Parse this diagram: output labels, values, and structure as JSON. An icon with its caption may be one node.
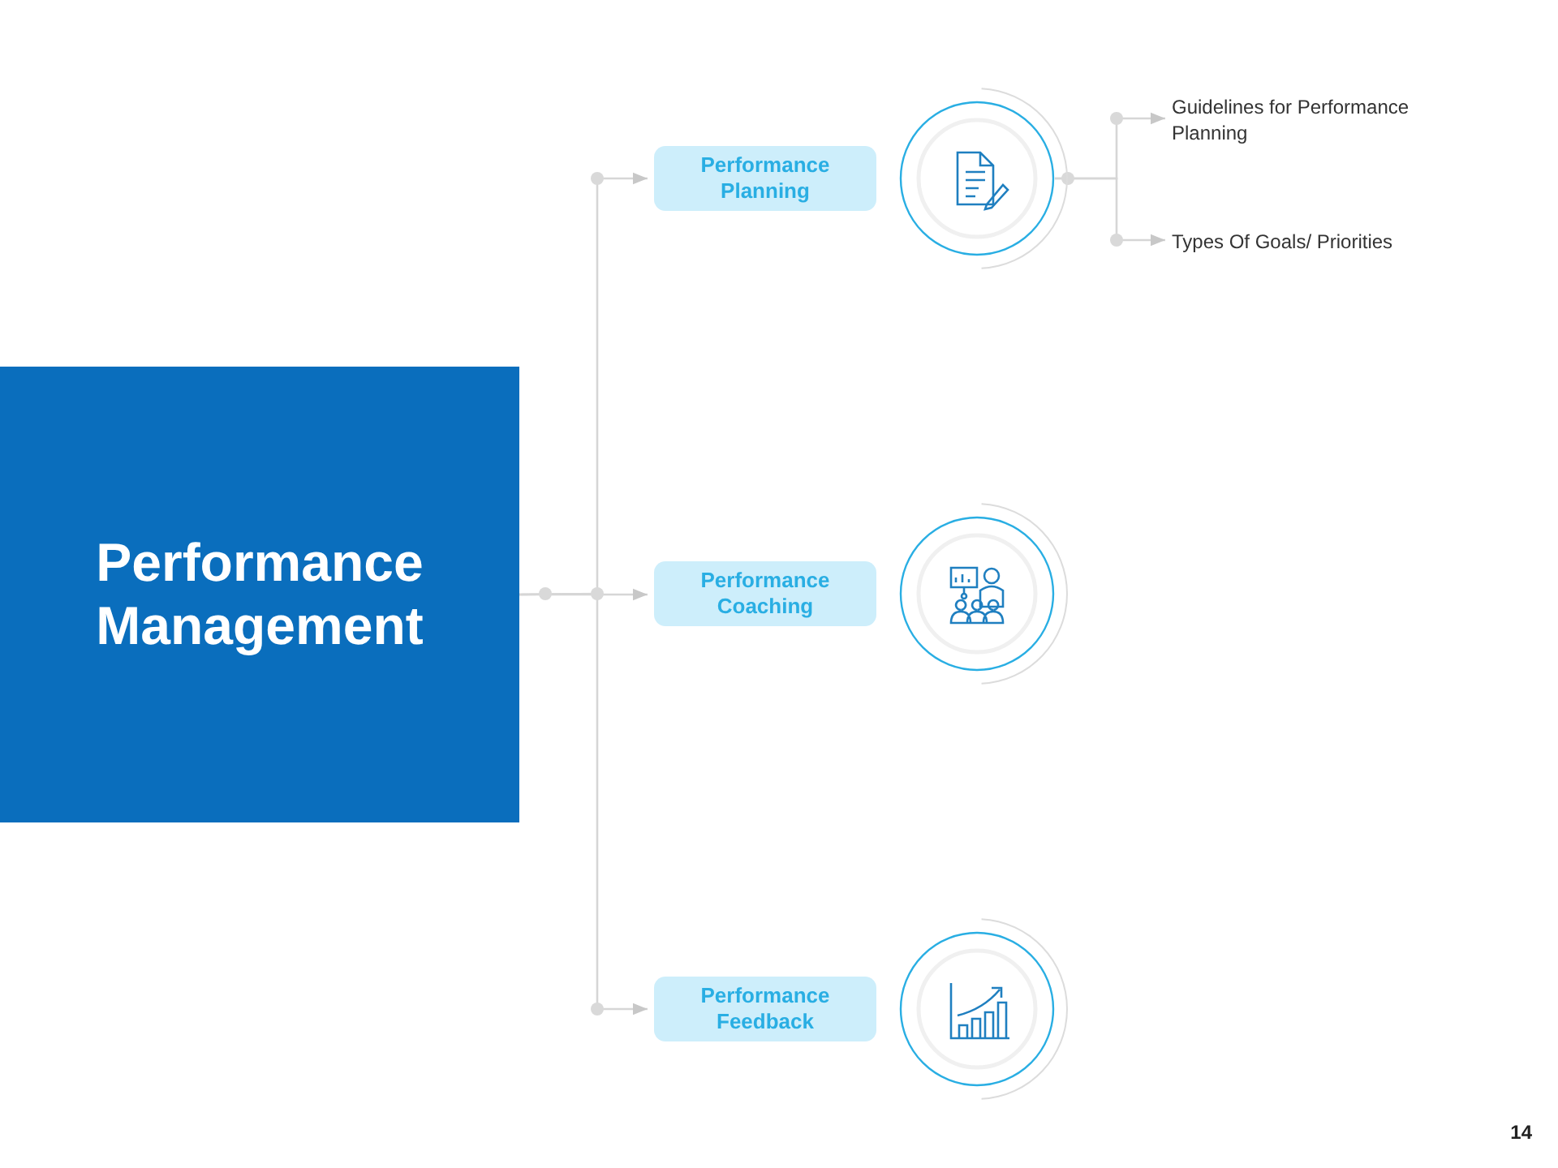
{
  "diagram": {
    "nodes": [
      {
        "text": [
          "Performance Management"
        ]
      },
      {
        "text": [
          "Performance Planning"
        ]
      },
      {
        "text": [],
        "shape": "circle"
      },
      {
        "text": [
          "Performance Coaching"
        ]
      },
      {
        "text": [],
        "shape": "circle"
      },
      {
        "text": [
          "Performance Feedback"
        ]
      },
      {
        "text": [],
        "shape": "circle"
      },
      {
        "text": [
          "Guidelines for Performance Planning"
        ]
      },
      {
        "text": [
          "Types Of Goals/ Priorities"
        ]
      }
    ],
    "edges": [
      {
        "from": 0,
        "to": 1,
        "arrow": "to"
      },
      {
        "from": 0,
        "to": 3,
        "arrow": "to"
      },
      {
        "from": 0,
        "to": 5,
        "arrow": "to"
      },
      {
        "from": 2,
        "to": 7,
        "arrow": "to"
      },
      {
        "from": 2,
        "to": 8,
        "arrow": "to"
      }
    ],
    "labels": [
      "14"
    ]
  }
}
